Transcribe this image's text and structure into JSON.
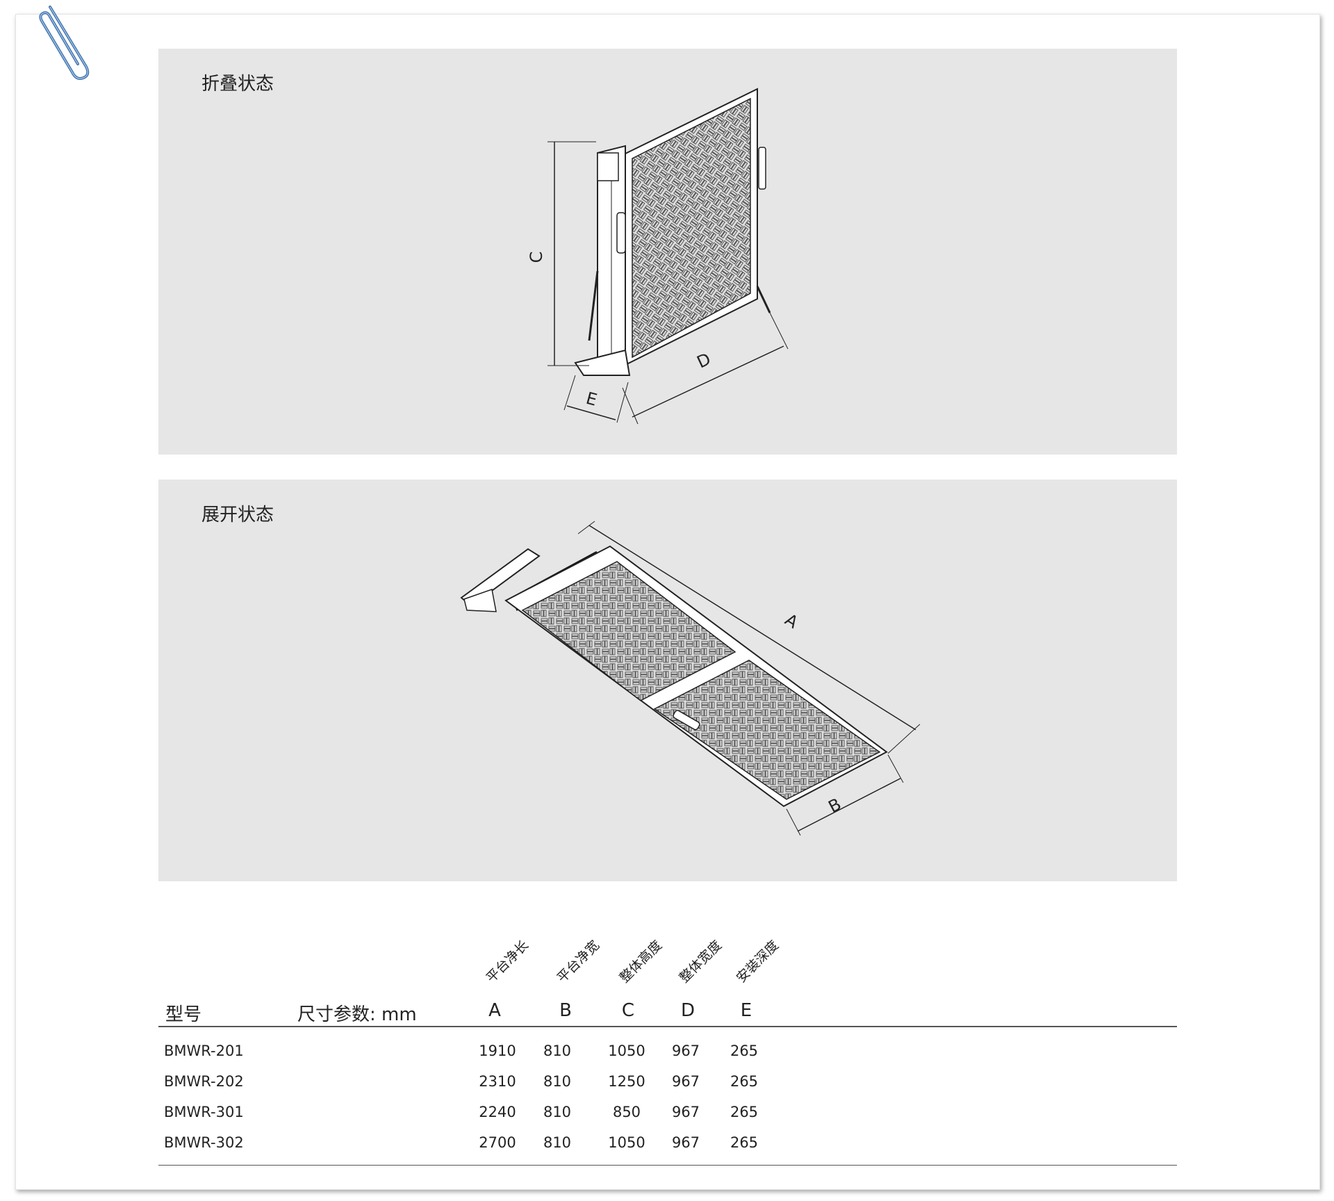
{
  "panels": {
    "folded": {
      "title": "折叠状态",
      "dim_labels": [
        "C",
        "D",
        "E"
      ]
    },
    "unfolded": {
      "title": "展开状态",
      "dim_labels": [
        "A",
        "B"
      ]
    }
  },
  "spec_table": {
    "model_header": "型号",
    "dimension_header": "尺寸参数: mm",
    "columns": [
      {
        "letter": "A",
        "desc": "平台净长"
      },
      {
        "letter": "B",
        "desc": "平台净宽"
      },
      {
        "letter": "C",
        "desc": "整体高度"
      },
      {
        "letter": "D",
        "desc": "整体宽度"
      },
      {
        "letter": "E",
        "desc": "安装深度"
      }
    ],
    "rows": [
      {
        "model": "BMWR-201",
        "values": [
          "1910",
          "810",
          "1050",
          "967",
          "265"
        ]
      },
      {
        "model": "BMWR-202",
        "values": [
          "2310",
          "810",
          "1250",
          "967",
          "265"
        ]
      },
      {
        "model": "BMWR-301",
        "values": [
          "2240",
          "810",
          "850",
          "967",
          "265"
        ]
      },
      {
        "model": "BMWR-302",
        "values": [
          "2700",
          "810",
          "1050",
          "967",
          "265"
        ]
      }
    ]
  },
  "icons": [
    "paperclip-icon"
  ]
}
